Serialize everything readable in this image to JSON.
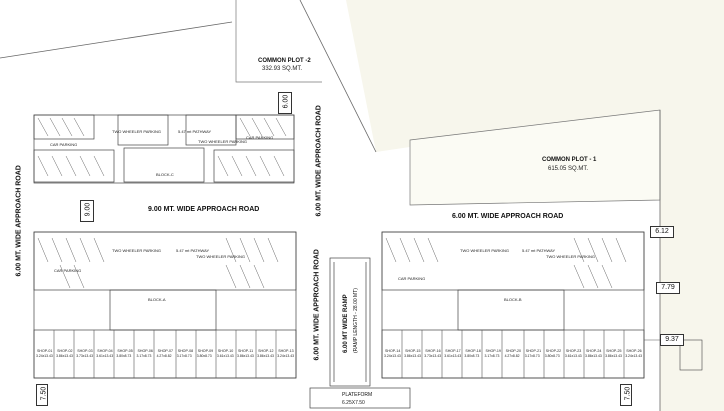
{
  "plots": {
    "common_plot_1": {
      "label": "COMMON PLOT - 1",
      "area": "615.05 SQ.MT."
    },
    "common_plot_2": {
      "label": "COMMON PLOT -2",
      "area": "332.93 SQ.MT."
    }
  },
  "roads": {
    "road_9m": "9.00 MT. WIDE APPROACH ROAD",
    "road_6m_middle": "6.00 MT. WIDE APPROACH ROAD",
    "road_6m_left": "6.00 MT. WIDE APPROACH ROAD",
    "road_6m_center_upper": "6.00 MT. WIDE APPROACH ROAD",
    "road_6m_center_lower": "6.00 MT. WIDE APPROACH ROAD"
  },
  "ramp": {
    "line1": "6.00 MT WIDE RAMP",
    "line2": "(RAMP LENGTH - 28.00 MT)"
  },
  "platform": {
    "label": "PLATEFORM",
    "size": "6.25X7.50"
  },
  "blocks": {
    "block_c": "BLOCK-C",
    "block_a": "BLOCK-A",
    "block_b": "BLOCK-B"
  },
  "parking": {
    "car": "CAR PARKING",
    "two_wheeler": "TWO WHEELER PARKING",
    "two_wheeler_short": "TWO WHEELER PARKING",
    "walkway": "5.47 mt PATHWAY"
  },
  "dimensions": {
    "d_600": "6.00",
    "d_900": "9.00",
    "d_612": "6.12",
    "d_779": "7.79",
    "d_937": "9.37",
    "d_750_left": "7.50",
    "d_750_right": "7.50"
  },
  "shops_left": [
    {
      "name": "SHOP-01",
      "size": "3.24x13.43"
    },
    {
      "name": "SHOP-02",
      "size": "3.86x13.43"
    },
    {
      "name": "SHOP-03",
      "size": "3.73x13.43"
    },
    {
      "name": "SHOP-04",
      "size": "3.61x13.43"
    },
    {
      "name": "SHOP-05",
      "size": "3.80x8.73"
    },
    {
      "name": "SHOP-06",
      "size": "3.17x8.73"
    },
    {
      "name": "SHOP-07",
      "size": "4.27x8.82"
    },
    {
      "name": "SHOP-08",
      "size": "3.17x8.73"
    },
    {
      "name": "SHOP-09",
      "size": "3.80x8.73"
    },
    {
      "name": "SHOP-10",
      "size": "3.61x13.43"
    },
    {
      "name": "SHOP-11",
      "size": "3.86x13.43"
    },
    {
      "name": "SHOP-12",
      "size": "3.86x13.43"
    },
    {
      "name": "SHOP-13",
      "size": "3.24x13.43"
    }
  ],
  "shops_right": [
    {
      "name": "SHOP-14",
      "size": "3.24x13.43"
    },
    {
      "name": "SHOP-15",
      "size": "3.86x13.43"
    },
    {
      "name": "SHOP-16",
      "size": "3.73x13.43"
    },
    {
      "name": "SHOP-17",
      "size": "3.61x13.43"
    },
    {
      "name": "SHOP-18",
      "size": "3.80x8.73"
    },
    {
      "name": "SHOP-19",
      "size": "3.17x8.73"
    },
    {
      "name": "SHOP-20",
      "size": "4.27x8.82"
    },
    {
      "name": "SHOP-21",
      "size": "3.17x8.73"
    },
    {
      "name": "SHOP-22",
      "size": "3.80x8.73"
    },
    {
      "name": "SHOP-23",
      "size": "3.61x13.43"
    },
    {
      "name": "SHOP-24",
      "size": "3.86x13.43"
    },
    {
      "name": "SHOP-25",
      "size": "3.86x13.43"
    },
    {
      "name": "SHOP-26",
      "size": "3.24x13.43"
    }
  ],
  "colors": {
    "plot_fill": "#f8f8ef",
    "line": "#555555",
    "road_text": "#111111"
  }
}
